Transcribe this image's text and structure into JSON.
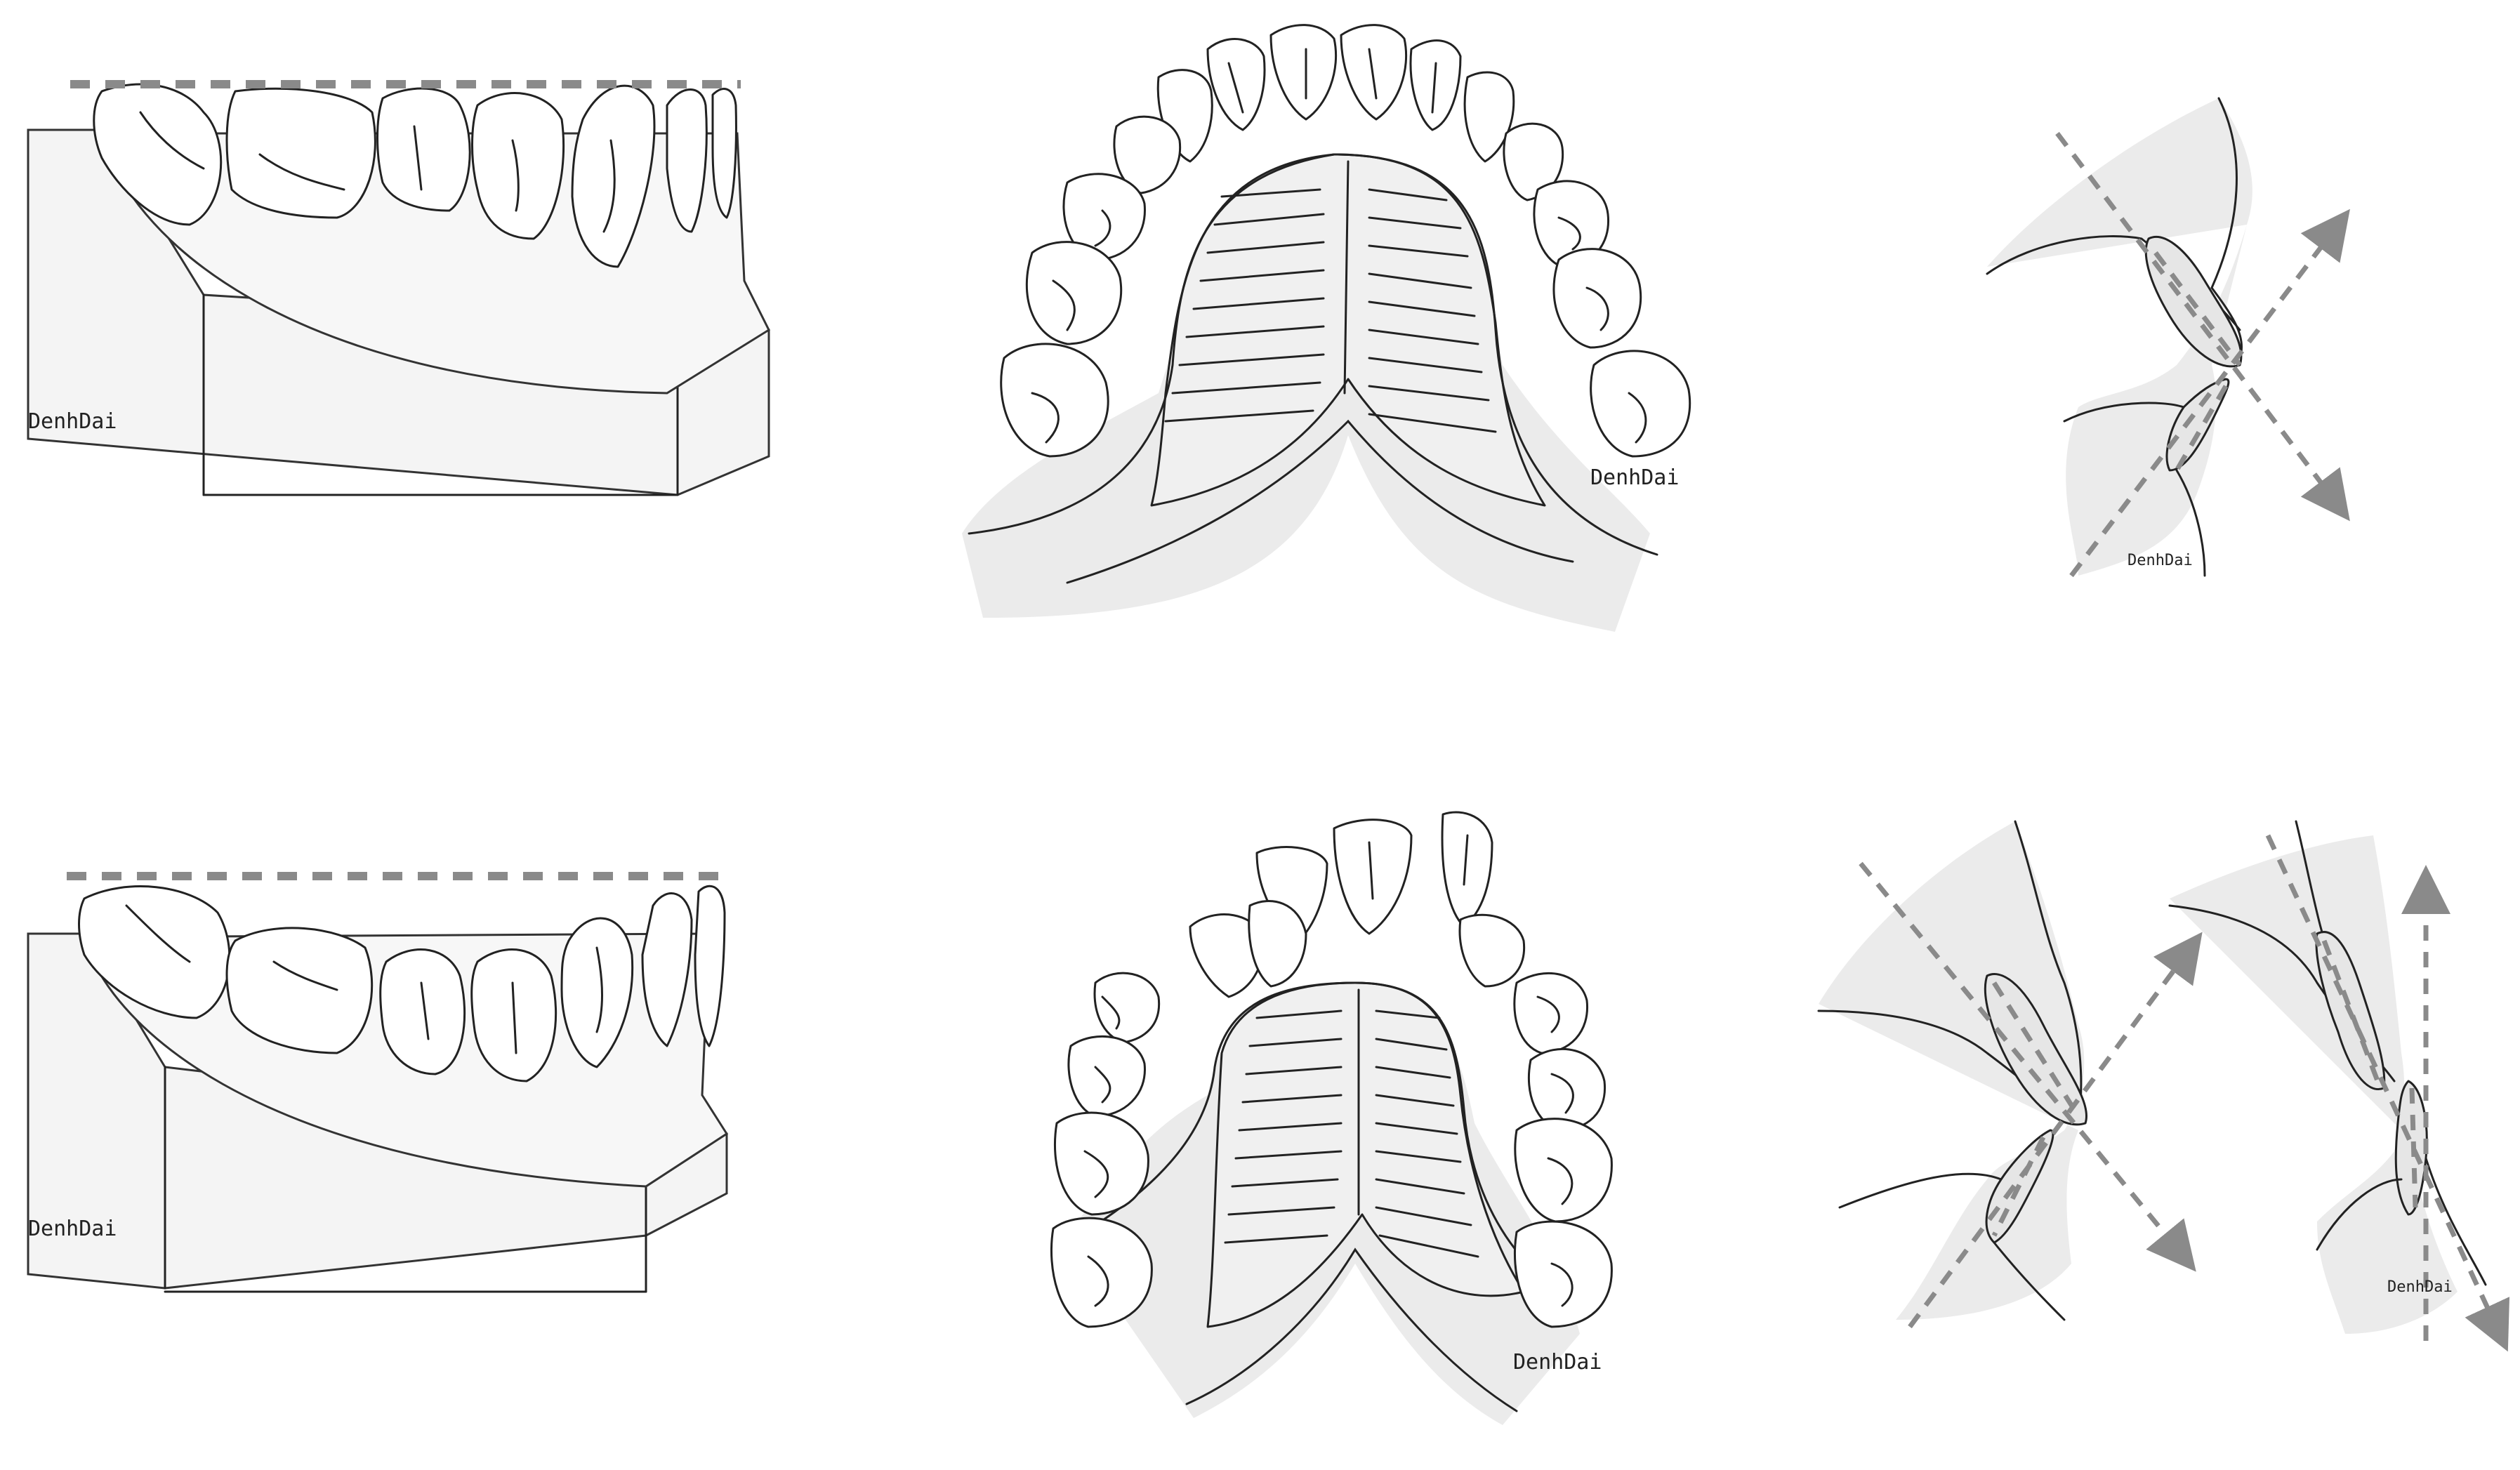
{
  "signature": "DenhDai",
  "panels": [
    {
      "id": "side-view-top"
    },
    {
      "id": "arch-view-top"
    },
    {
      "id": "incisor-profile-top"
    },
    {
      "id": "side-view-bottom"
    },
    {
      "id": "arch-view-bottom"
    },
    {
      "id": "incisor-profile-bottom-left"
    },
    {
      "id": "incisor-profile-bottom-right"
    }
  ]
}
